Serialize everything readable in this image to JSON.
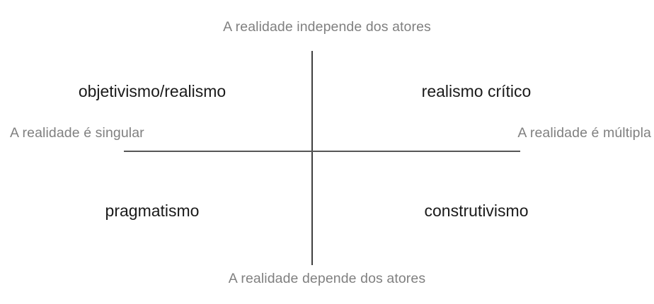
{
  "diagram": {
    "type": "2x2-quadrant-matrix",
    "title": "",
    "colors": {
      "background": "#ffffff",
      "axis_line": "#565656",
      "axis_line_vertical": "#404040",
      "pole_label_text": "#808080",
      "quadrant_label_text": "#1a1a1a"
    },
    "axes": {
      "vertical": {
        "name": "eixo-vertical-dependencia-dos-atores",
        "top_pole": "A realidade independe dos atores",
        "bottom_pole": "A realidade depende dos atores"
      },
      "horizontal": {
        "name": "eixo-horizontal-singularidade-da-realidade",
        "left_pole": "A realidade é singular",
        "right_pole": "A realidade é múltipla"
      }
    },
    "quadrants": [
      {
        "position": "top-left",
        "label": "objetivismo/realismo"
      },
      {
        "position": "top-right",
        "label": "realismo crítico"
      },
      {
        "position": "bottom-left",
        "label": "pragmatismo"
      },
      {
        "position": "bottom-right",
        "label": "construtivismo"
      }
    ]
  }
}
